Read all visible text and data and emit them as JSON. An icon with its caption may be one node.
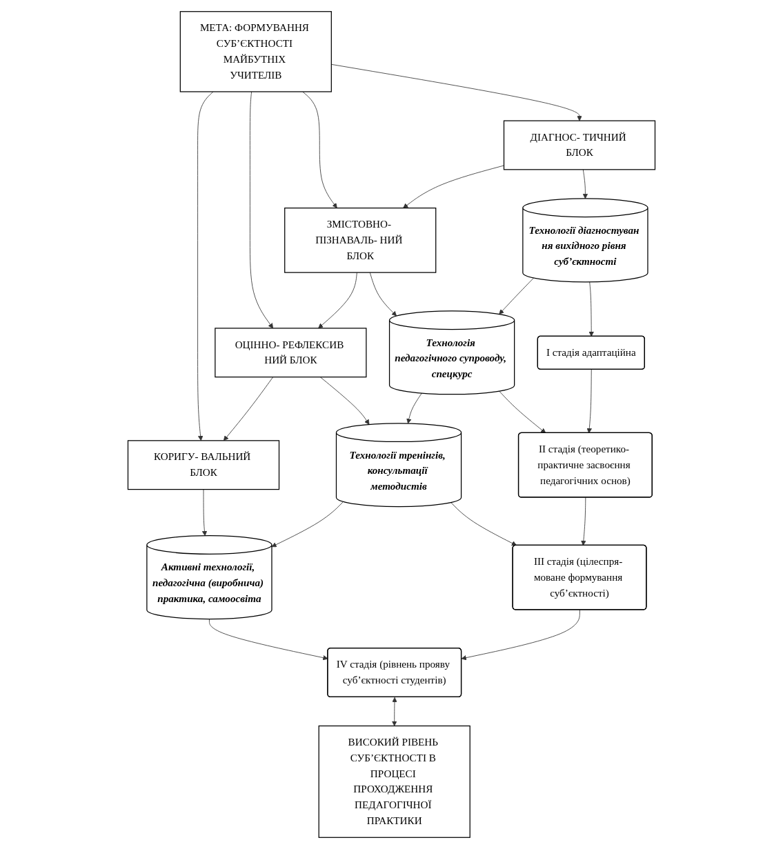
{
  "diagram": {
    "nodes": [
      {
        "text": [
          "МЕТА: ФОРМУВАННЯ СУБ’ЄКТНОСТІ МАЙБУТНІХ УЧИТЕЛІВ"
        ]
      },
      {
        "text": [
          "ДІАГНОС- ТИЧНИЙ БЛОК"
        ]
      },
      {
        "text": [
          "ЗМІСТОВНО- ПІЗНАВАЛЬ- НИЙ БЛОК"
        ]
      },
      {
        "text": [
          "ОЦІННО- РЕФЛЕКСИВ НИЙ БЛОК"
        ]
      },
      {
        "text": [
          "КОРИГУ- ВАЛЬНИЙ БЛОК"
        ]
      },
      {
        "text": [
          "Технології діагностуван ня вихідного рівня суб’єктності"
        ]
      },
      {
        "text": [
          "Технологія педагогічного супроводу, спецкурс"
        ]
      },
      {
        "text": [
          "Технології тренінгів, консультації методистів"
        ]
      },
      {
        "text": [
          "Активні технології, педагогічна (виробнича) практика, самоосвіта"
        ]
      },
      {
        "text": [
          "І стадія адаптаційна"
        ]
      },
      {
        "text": [
          "ІІ стадія (теоретико- практичне засвоєння педагогічних основ)"
        ]
      },
      {
        "text": [
          "ІІІ стадія (цілеспря- моване формування суб’єктності)"
        ]
      },
      {
        "text": [
          "IV стадія (рівнень прояву суб’єктності студентів)"
        ]
      },
      {
        "text": [
          "ВИСОКИЙ РІВЕНЬ СУБ’ЄКТНОСТІ В ПРОЦЕСІ ПРОХОДЖЕННЯ ПЕДАГОГІЧНОЇ ПРАКТИКИ"
        ]
      }
    ],
    "edges": [
      {
        "from": 0,
        "to": 1,
        "arrow": "to"
      },
      {
        "from": 0,
        "to": 2,
        "arrow": "to"
      },
      {
        "from": 0,
        "to": 3,
        "arrow": "to"
      },
      {
        "from": 0,
        "to": 4,
        "arrow": "to"
      },
      {
        "from": 1,
        "to": 2,
        "arrow": "to"
      },
      {
        "from": 2,
        "to": 3,
        "arrow": "to"
      },
      {
        "from": 3,
        "to": 4,
        "arrow": "to"
      },
      {
        "from": 1,
        "to": 5,
        "arrow": "to"
      },
      {
        "from": 2,
        "to": 6,
        "arrow": "to"
      },
      {
        "from": 3,
        "to": 7,
        "arrow": "to"
      },
      {
        "from": 4,
        "to": 8,
        "arrow": "to"
      },
      {
        "from": 5,
        "to": 6,
        "arrow": "to"
      },
      {
        "from": 6,
        "to": 7,
        "arrow": "to"
      },
      {
        "from": 7,
        "to": 8,
        "arrow": "to"
      },
      {
        "from": 5,
        "to": 9,
        "arrow": "to"
      },
      {
        "from": 6,
        "to": 10,
        "arrow": "to"
      },
      {
        "from": 7,
        "to": 11,
        "arrow": "to"
      },
      {
        "from": 8,
        "to": 12,
        "arrow": "to"
      },
      {
        "from": 9,
        "to": 10,
        "arrow": "to"
      },
      {
        "from": 10,
        "to": 11,
        "arrow": "to"
      },
      {
        "from": 11,
        "to": 12,
        "arrow": "to"
      },
      {
        "from": 12,
        "to": 13,
        "arrow": "both"
      }
    ]
  }
}
